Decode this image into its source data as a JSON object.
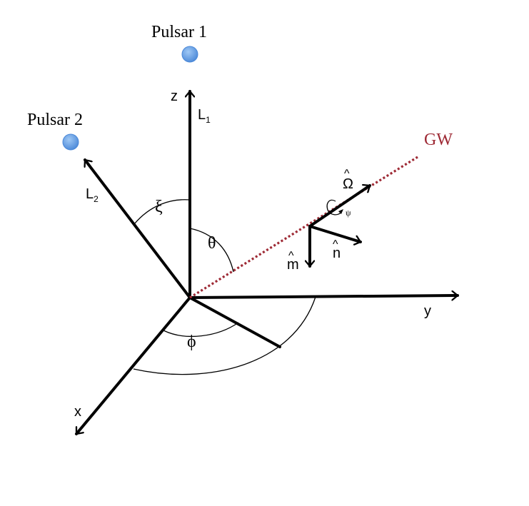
{
  "pulsars": [
    {
      "label": "Pulsar 1",
      "color": "#5b9be6"
    },
    {
      "label": "Pulsar 2",
      "color": "#5b9be6"
    }
  ],
  "axes": {
    "x": "x",
    "y": "y",
    "z": "z"
  },
  "baselines": {
    "L1": {
      "letter": "L",
      "sub": "1"
    },
    "L2": {
      "letter": "L",
      "sub": "2"
    }
  },
  "angles": {
    "xi": "ξ",
    "theta": "θ",
    "phi": "ϕ",
    "psi": "ψ"
  },
  "gw": {
    "label": "GW",
    "color": "#9e2a35"
  },
  "vectors": {
    "omega": "Ω",
    "n": "n",
    "m": "m",
    "hat": "^"
  }
}
